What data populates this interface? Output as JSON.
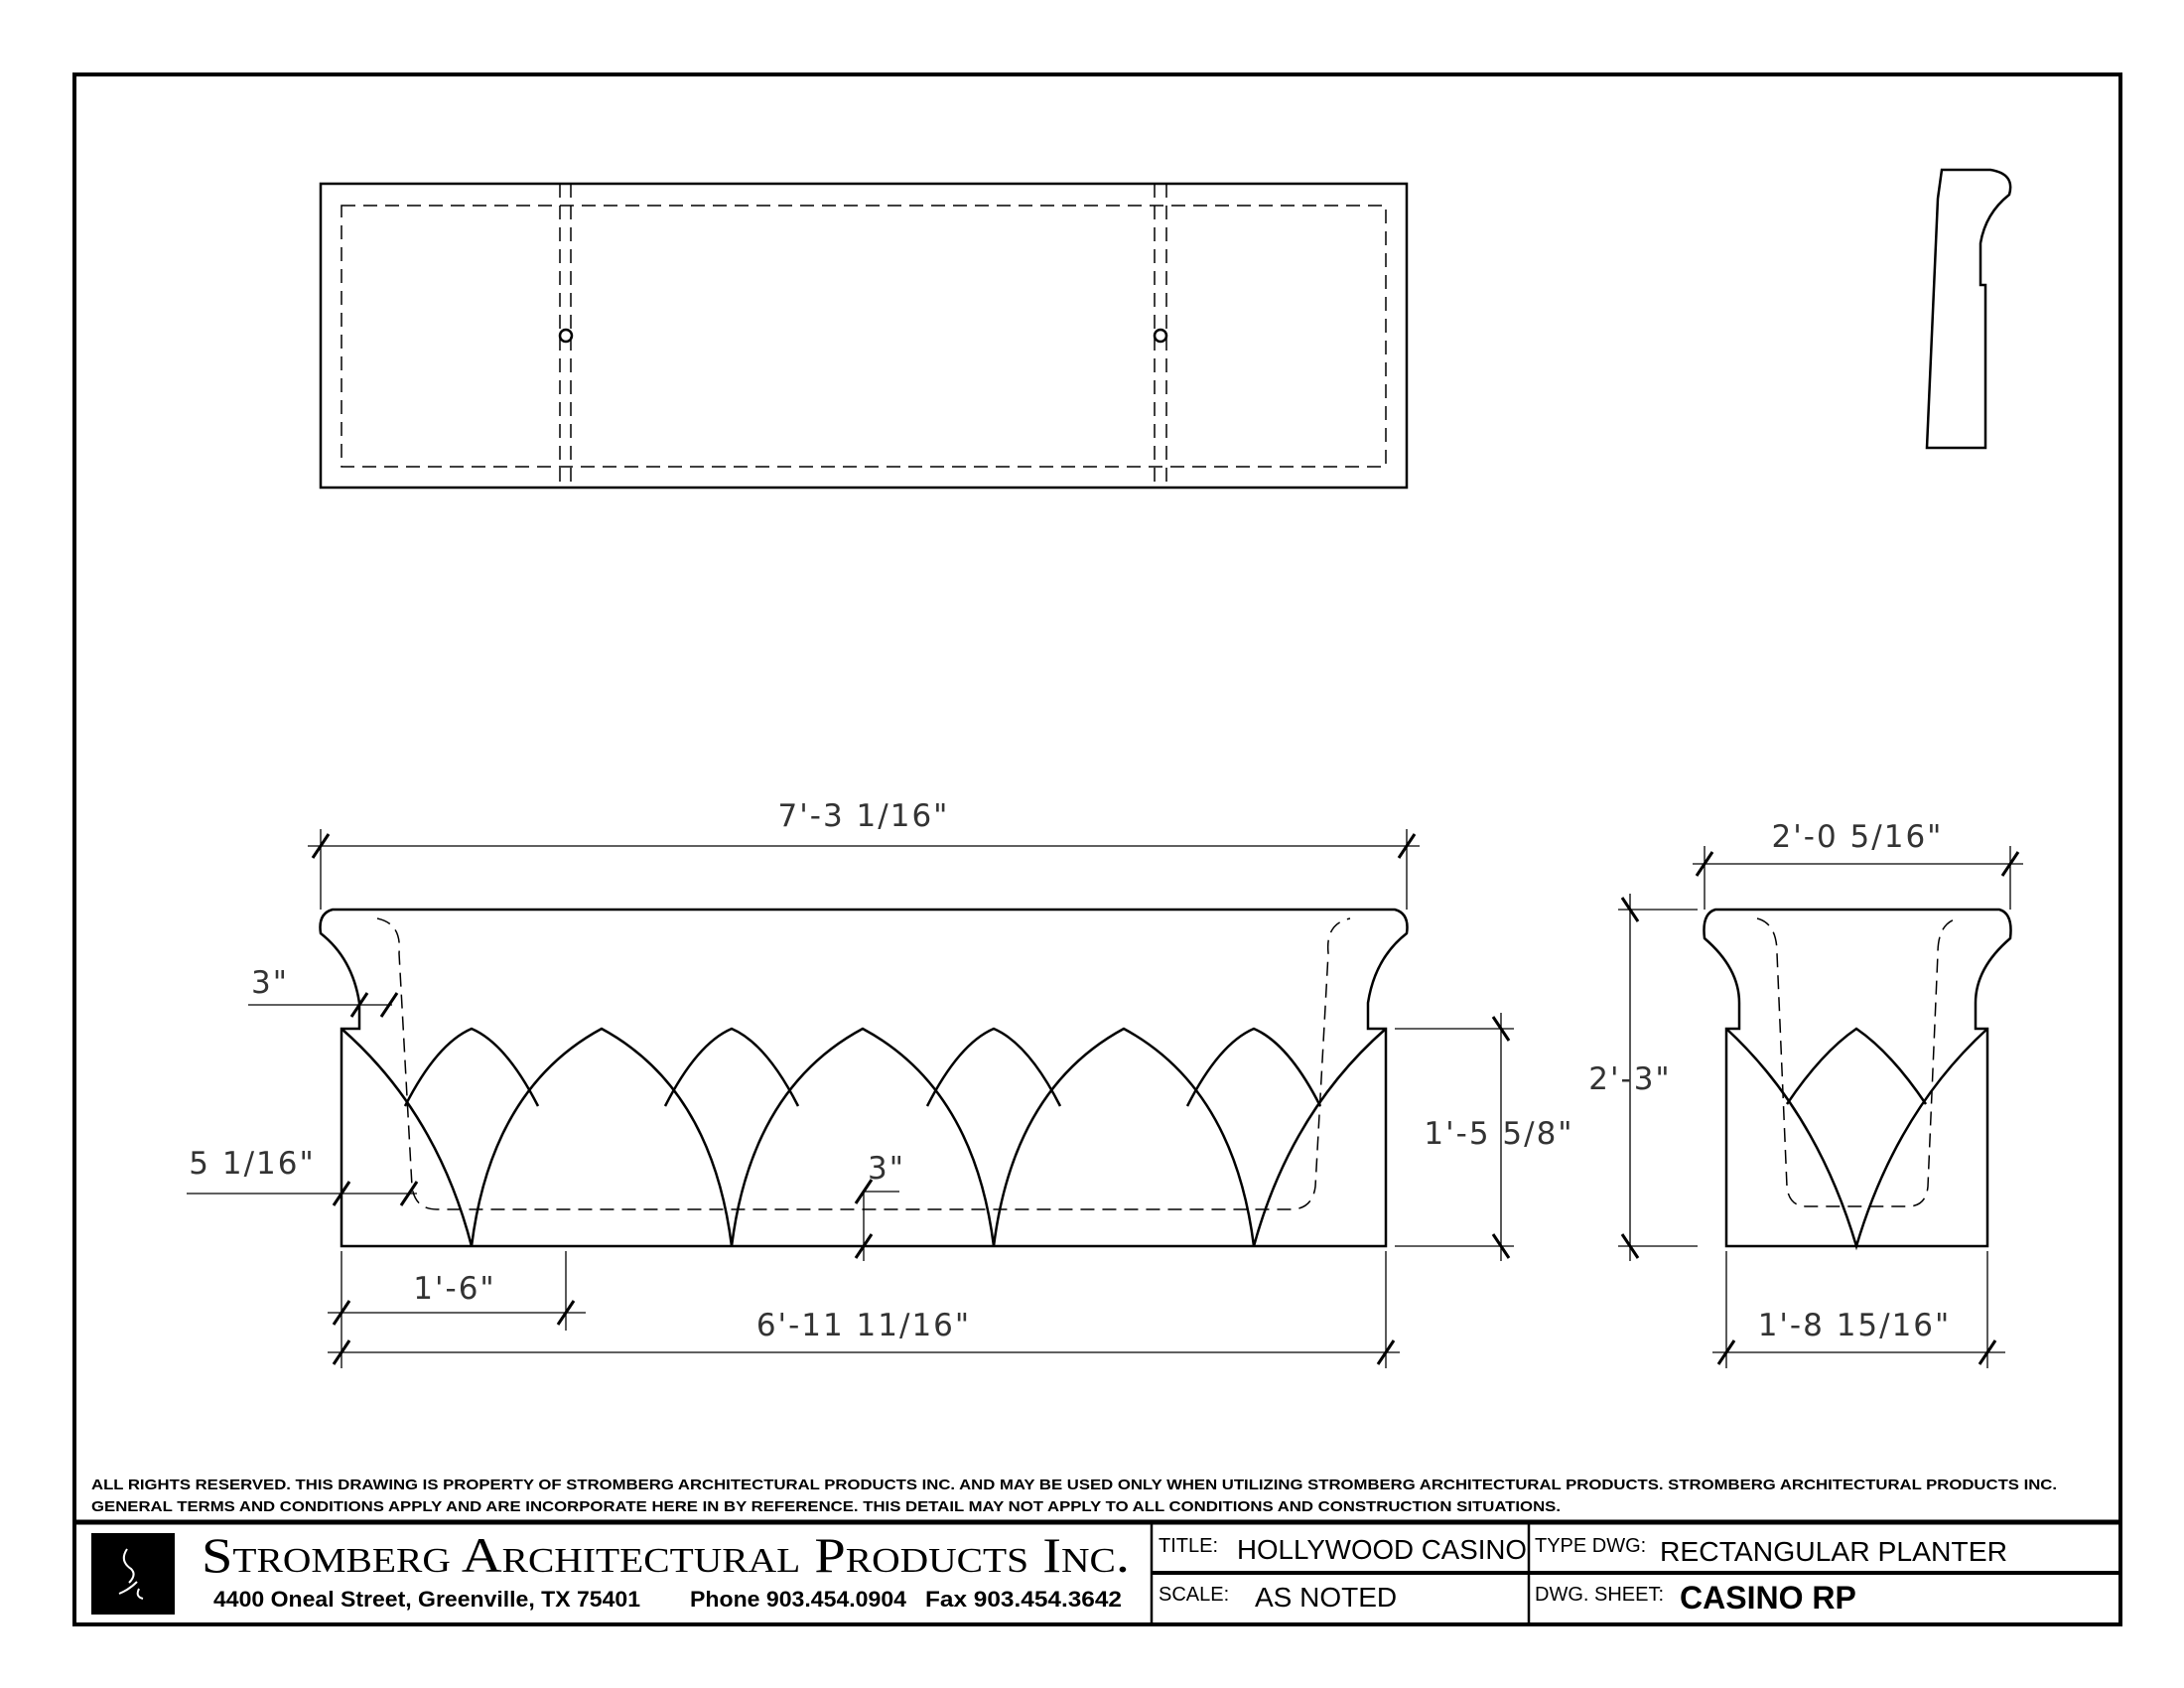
{
  "dimensions": {
    "top_width": "7'-3 1/16\"",
    "side_top_width": "2'-0 5/16\"",
    "lip_offset": "3\"",
    "wall_thickness": "5 1/16\"",
    "floor_thickness": "3\"",
    "base_height": "1'-5 5/8\"",
    "overall_height": "2'-3\"",
    "drain_spacing": "1'-6\"",
    "base_width": "6'-11 11/16\"",
    "side_base_width": "1'-8 15/16\""
  },
  "notes": {
    "line1": "ALL RIGHTS RESERVED. THIS DRAWING IS PROPERTY OF STROMBERG ARCHITECTURAL PRODUCTS INC. AND MAY BE USED ONLY WHEN UTILIZING STROMBERG ARCHITECTURAL PRODUCTS.  STROMBERG ARCHITECTURAL PRODUCTS INC.",
    "line2": "GENERAL TERMS AND CONDITIONS APPLY AND ARE INCORPORATE HERE IN BY REFERENCE.  THIS DETAIL MAY NOT APPLY TO ALL CONDITIONS AND CONSTRUCTION SITUATIONS."
  },
  "title_block": {
    "company": "Stromberg Architectural Products Inc.",
    "address": "4400 Oneal Street, Greenville, TX  75401",
    "phone": "Phone 903.454.0904",
    "fax": "Fax 903.454.3642",
    "title_label": "TITLE:",
    "title_value": "HOLLYWOOD CASINO",
    "type_label": "TYPE DWG:",
    "type_value": "RECTANGULAR PLANTER",
    "scale_label": "SCALE:",
    "scale_value": "AS NOTED",
    "sheet_label": "DWG. SHEET:",
    "sheet_value": "CASINO RP"
  }
}
